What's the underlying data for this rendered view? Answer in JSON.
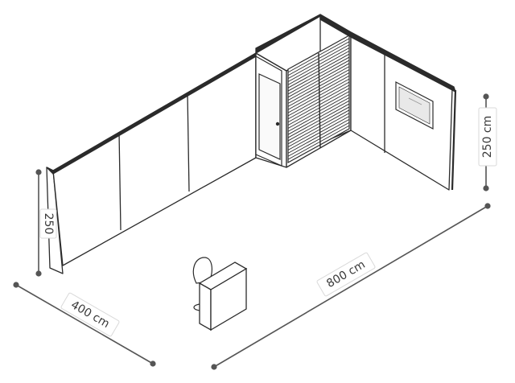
{
  "dimensions": {
    "depth": "400 cm",
    "width": "800 cm",
    "height_right": "250 cm",
    "height_left": "250"
  },
  "colors": {
    "line": "#2b2b2b",
    "dimension": "#555555",
    "panel_fill": "#ffffff",
    "label_border": "#d9d9d9"
  },
  "icons": [
    "door-icon",
    "roller-shutter-icon",
    "tv-screen-icon",
    "chair-icon",
    "counter-icon"
  ]
}
